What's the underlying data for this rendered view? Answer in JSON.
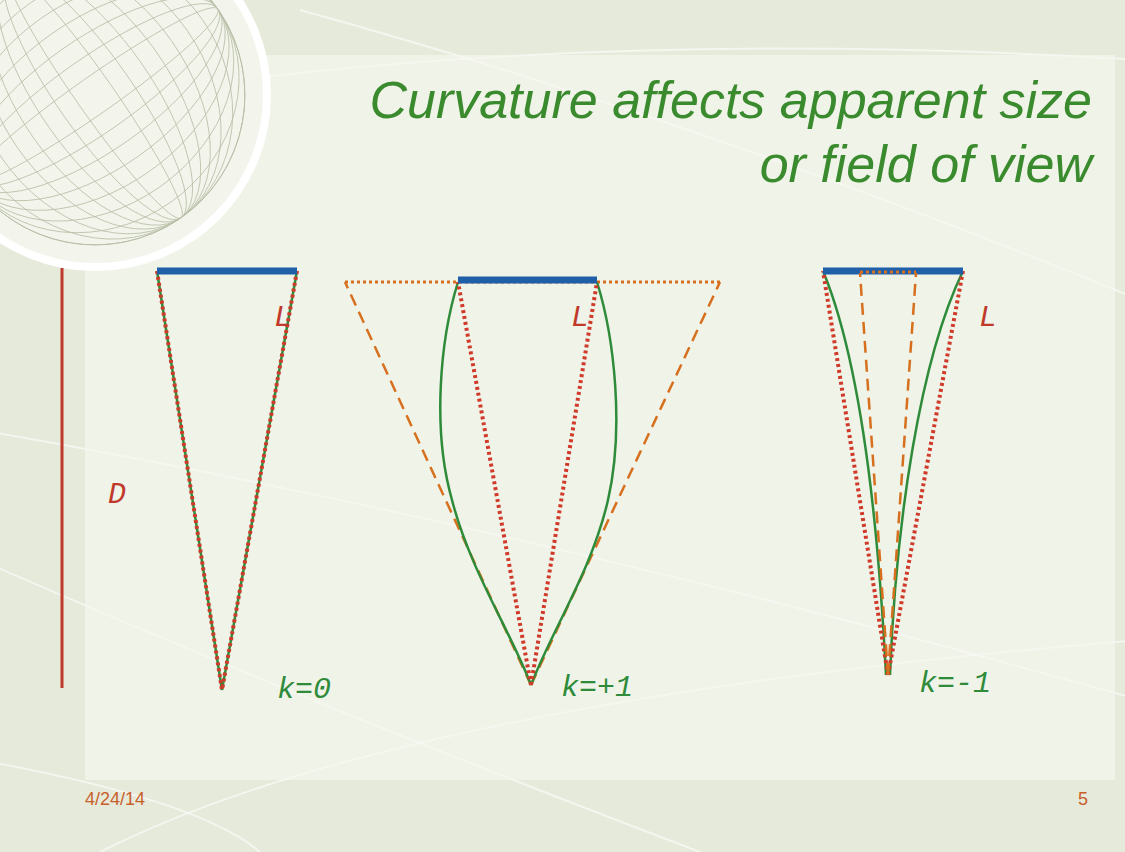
{
  "diagram": {
    "title": "Curvature affects apparent size or field of view",
    "labels": [
      "L",
      "L",
      "L",
      "D",
      "k=0",
      "k=+1",
      "k=-1",
      "4/24/14",
      "5"
    ]
  }
}
